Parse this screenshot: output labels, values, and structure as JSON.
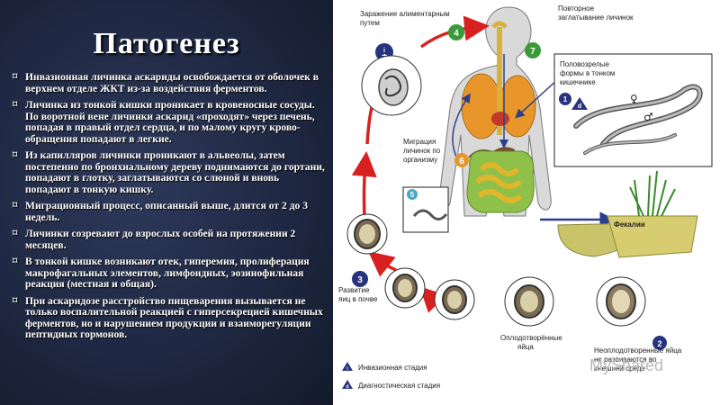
{
  "slide": {
    "title": "Патогенез",
    "bullets": [
      "Инвазионная личинка аскариды освобождается от оболочек в верхнем отделе ЖКТ из-за воздействия ферментов.",
      "Личинка из тонкой кишки проникает в кровеносные сосуды. По воротной вене личинки аскарид «проходят» через печень, попадая в правый отдел сердца, и по малому кругу крово-обращения попадают в легкие.",
      "Из капилляров личинки проникают в альвеолы, затем постепенно по бронхиальному дереву поднимаются до гортани, попадают в глотку, заглатываются со слюной и вновь попадают в тонкую кишку.",
      "Миграционный процесс, описанный выше, длится от 2 до 3 недель.",
      "Личинки созревают до взрослых особей на протяжении 2 месяцев.",
      " В тонкой кишке возникают отек, гиперемия, пролиферация макрофагальных элементов, лимфоидных, эозинофильная реакция (местная и общая).",
      "При аскаридозе расстройство пищеварения вызывается не только воспалительной реакцией с гиперсекрецией кишечных ферментов, но и нарушением продукции и взаимо­регуляции пептидных гормонов."
    ]
  },
  "diagram": {
    "labels": {
      "infection": [
        "Заражение алиментарным",
        "путем"
      ],
      "reswallow": [
        "Повторное",
        "заглатывание личинок"
      ],
      "adults": [
        "Половозрелые",
        "формы в тонком",
        "кишечнике"
      ],
      "migration": [
        "Миграция",
        "личинок по",
        "организму"
      ],
      "feces": "Фекалии",
      "soil": [
        "Развитие",
        "яиц в почве"
      ],
      "fertilized": [
        "Оплодотворённые",
        "яйца"
      ],
      "unfertilized": [
        "Неоплодотворенные яйца",
        "не развиваются во",
        "внешней среде"
      ],
      "invasive": "Инвазионная стадия",
      "diagnostic": "Диагностическая стадия",
      "female": "♀",
      "male": "♂",
      "watermark": "MyShared"
    },
    "steps": {
      "s1": "1",
      "s2": "2",
      "s3": "3",
      "s4": "4",
      "s5": "5",
      "s6": "6",
      "s7": "7",
      "i": "i",
      "d": "d"
    },
    "colors": {
      "arrow_red": "#d92020",
      "arrow_blue": "#2c3f8c",
      "step_blue": "#27337d",
      "step_green": "#3a9a3a",
      "lung": "#e8962a",
      "intestine": "#f2d34a",
      "intestine_green": "#8fc04a"
    }
  }
}
